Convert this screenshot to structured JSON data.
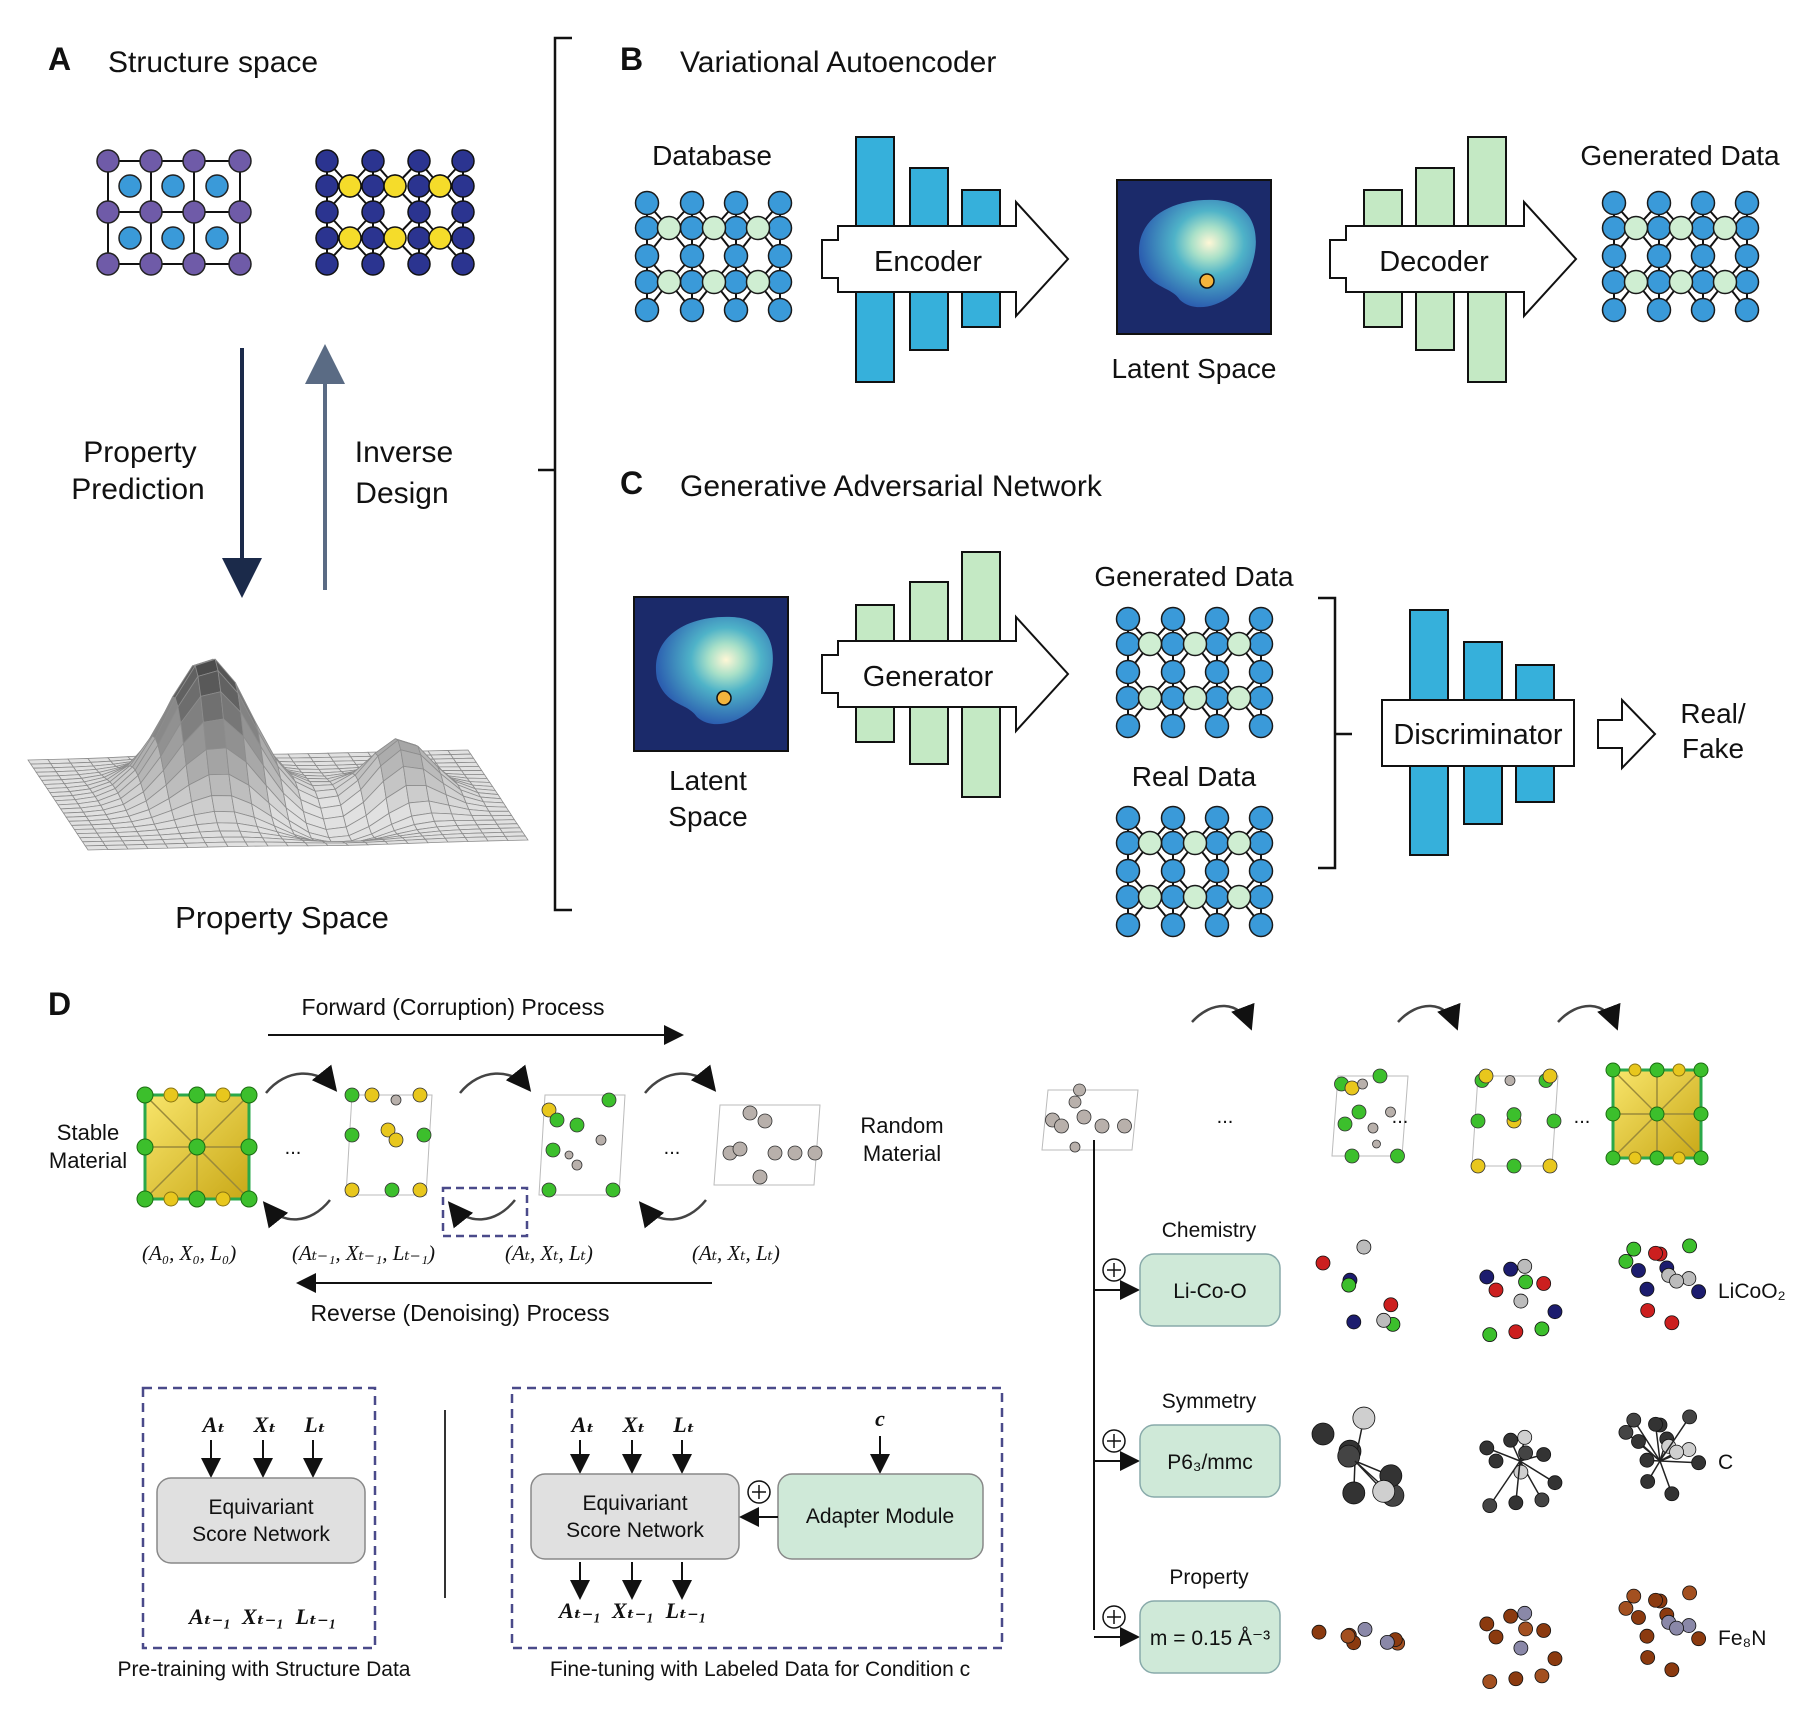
{
  "panel_a": {
    "letter": "A",
    "title": "Structure space",
    "prediction": [
      "Property",
      "Prediction"
    ],
    "inverse": [
      "Inverse",
      "Design"
    ],
    "property_space": "Property Space"
  },
  "panel_b": {
    "letter": "B",
    "title": "Variational Autoencoder",
    "database": "Database",
    "encoder": "Encoder",
    "latent": "Latent Space",
    "decoder": "Decoder",
    "generated": "Generated Data"
  },
  "panel_c": {
    "letter": "C",
    "title": "Generative Adversarial Network",
    "latent": [
      "Latent",
      "Space"
    ],
    "generator": "Generator",
    "generated": "Generated Data",
    "real": "Real Data",
    "discriminator": "Discriminator",
    "output": [
      "Real/",
      "Fake"
    ]
  },
  "panel_d": {
    "letter": "D",
    "forward": "Forward (Corruption) Process",
    "reverse": "Reverse (Denoising) Process",
    "stable": [
      "Stable",
      "Material"
    ],
    "random": [
      "Random",
      "Material"
    ],
    "ellipsis": "...",
    "states": [
      "(A₀, X₀, L₀)",
      "(Aₜ₋₁, Xₜ₋₁, Lₜ₋₁)",
      "(Aₜ, Xₜ, Lₜ)",
      "(Aₜ, Xₜ, Lₜ)"
    ],
    "pretrain": {
      "inputs": [
        "Aₜ",
        "Xₜ",
        "Lₜ"
      ],
      "network": [
        "Equivariant",
        "Score Network"
      ],
      "outputs": [
        "Aₜ₋₁",
        "Xₜ₋₁",
        "Lₜ₋₁"
      ],
      "caption": "Pre-training with Structure Data"
    },
    "finetune": {
      "inputs": [
        "Aₜ",
        "Xₜ",
        "Lₜ"
      ],
      "cond": "c",
      "network": [
        "Equivariant",
        "Score Network"
      ],
      "adapter": "Adapter Module",
      "outputs": [
        "Aₜ₋₁",
        "Xₜ₋₁",
        "Lₜ₋₁"
      ],
      "caption": "Fine-tuning with Labeled Data for Condition c"
    },
    "conditions": [
      {
        "name": "Chemistry",
        "value": "Li-Co-O",
        "result": "LiCoO₂"
      },
      {
        "name": "Symmetry",
        "value": "P6₃/mmc",
        "result": "C"
      },
      {
        "name": "Property",
        "value": "m = 0.15 Å⁻³",
        "result": "Fe₈N"
      }
    ]
  },
  "colors": {
    "blue_node": "#3a9ad9",
    "green_node": "#cfeed2",
    "bar_blue": "#36b0db",
    "bar_green": "#c4e9c4",
    "purple_node": "#6f5ba8",
    "navy_node": "#2b3490",
    "yellow_node": "#f5dc2a",
    "dash_box": "#4a4a8a",
    "cond_box": "#cfe9d8"
  }
}
